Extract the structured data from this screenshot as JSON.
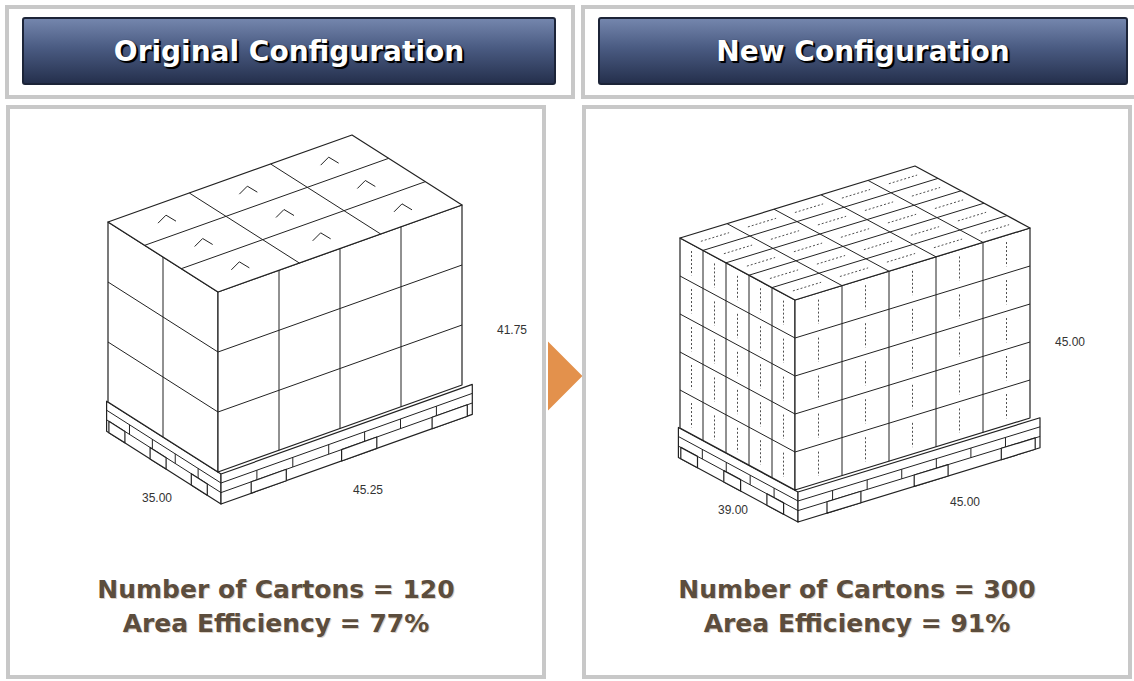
{
  "diagram": {
    "nodes": [
      {
        "text": [
          "Original Configuration"
        ]
      },
      {
        "text": [
          "New Configuration"
        ]
      },
      {
        "text": [
          "Number of Cartons = 120",
          "Area Efficiency = 77%"
        ]
      },
      {
        "text": [
          "Number of Cartons = 300",
          "Area Efficiency = 91%"
        ]
      }
    ],
    "edges": [
      {
        "from": 2,
        "to": 3,
        "arrow": "to"
      }
    ],
    "labels": [
      "41.75",
      "35.00",
      "45.25",
      "45.00",
      "39.00",
      "45.00"
    ]
  }
}
